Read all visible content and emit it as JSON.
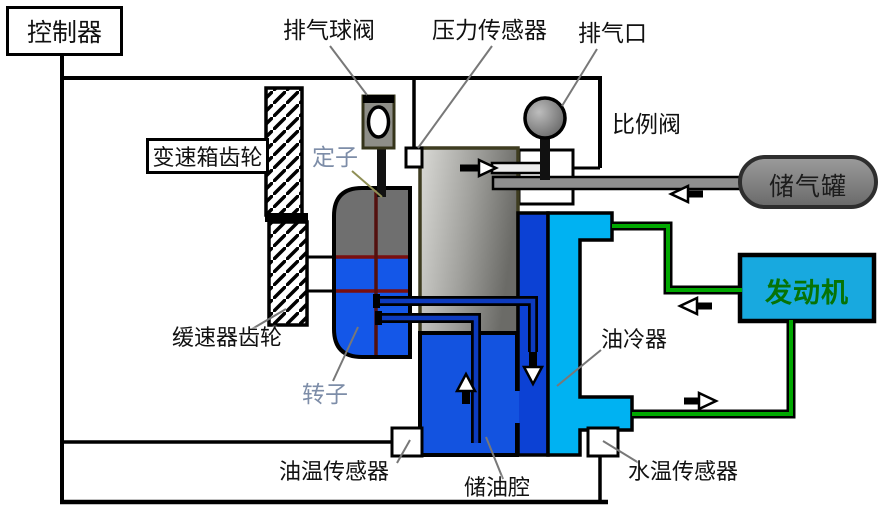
{
  "labels": {
    "controller": "控制器",
    "exhaust_ball_valve": "排气球阀",
    "pressure_sensor": "压力传感器",
    "exhaust_port": "排气口",
    "proportional_valve": "比例阀",
    "air_tank": "储气罐",
    "gearbox_gear": "变速箱齿轮",
    "stator": "定子",
    "engine": "发动机",
    "retarder_gear": "缓速器齿轮",
    "rotor": "转子",
    "oil_cooler": "油冷器",
    "oil_temp_sensor": "油温传感器",
    "oil_chamber": "储油腔",
    "water_temp_sensor": "水温传感器"
  },
  "colors": {
    "rotor_blue": "#1457e8",
    "oil_chamber_blue": "#1353e0",
    "oil_column_blue": "#0c41d4",
    "cooler_cyan": "#00b2f2",
    "engine_cyan": "#18a9df",
    "coolant_pipe_green": "#00a800",
    "metal_pipe_gray": "#8f8f8f",
    "stator_gray": "#6f6f6f",
    "internal_partition_red": "#7a0f0f",
    "label_gray_blue": "#7d8da8",
    "engine_text_green": "#067306"
  }
}
